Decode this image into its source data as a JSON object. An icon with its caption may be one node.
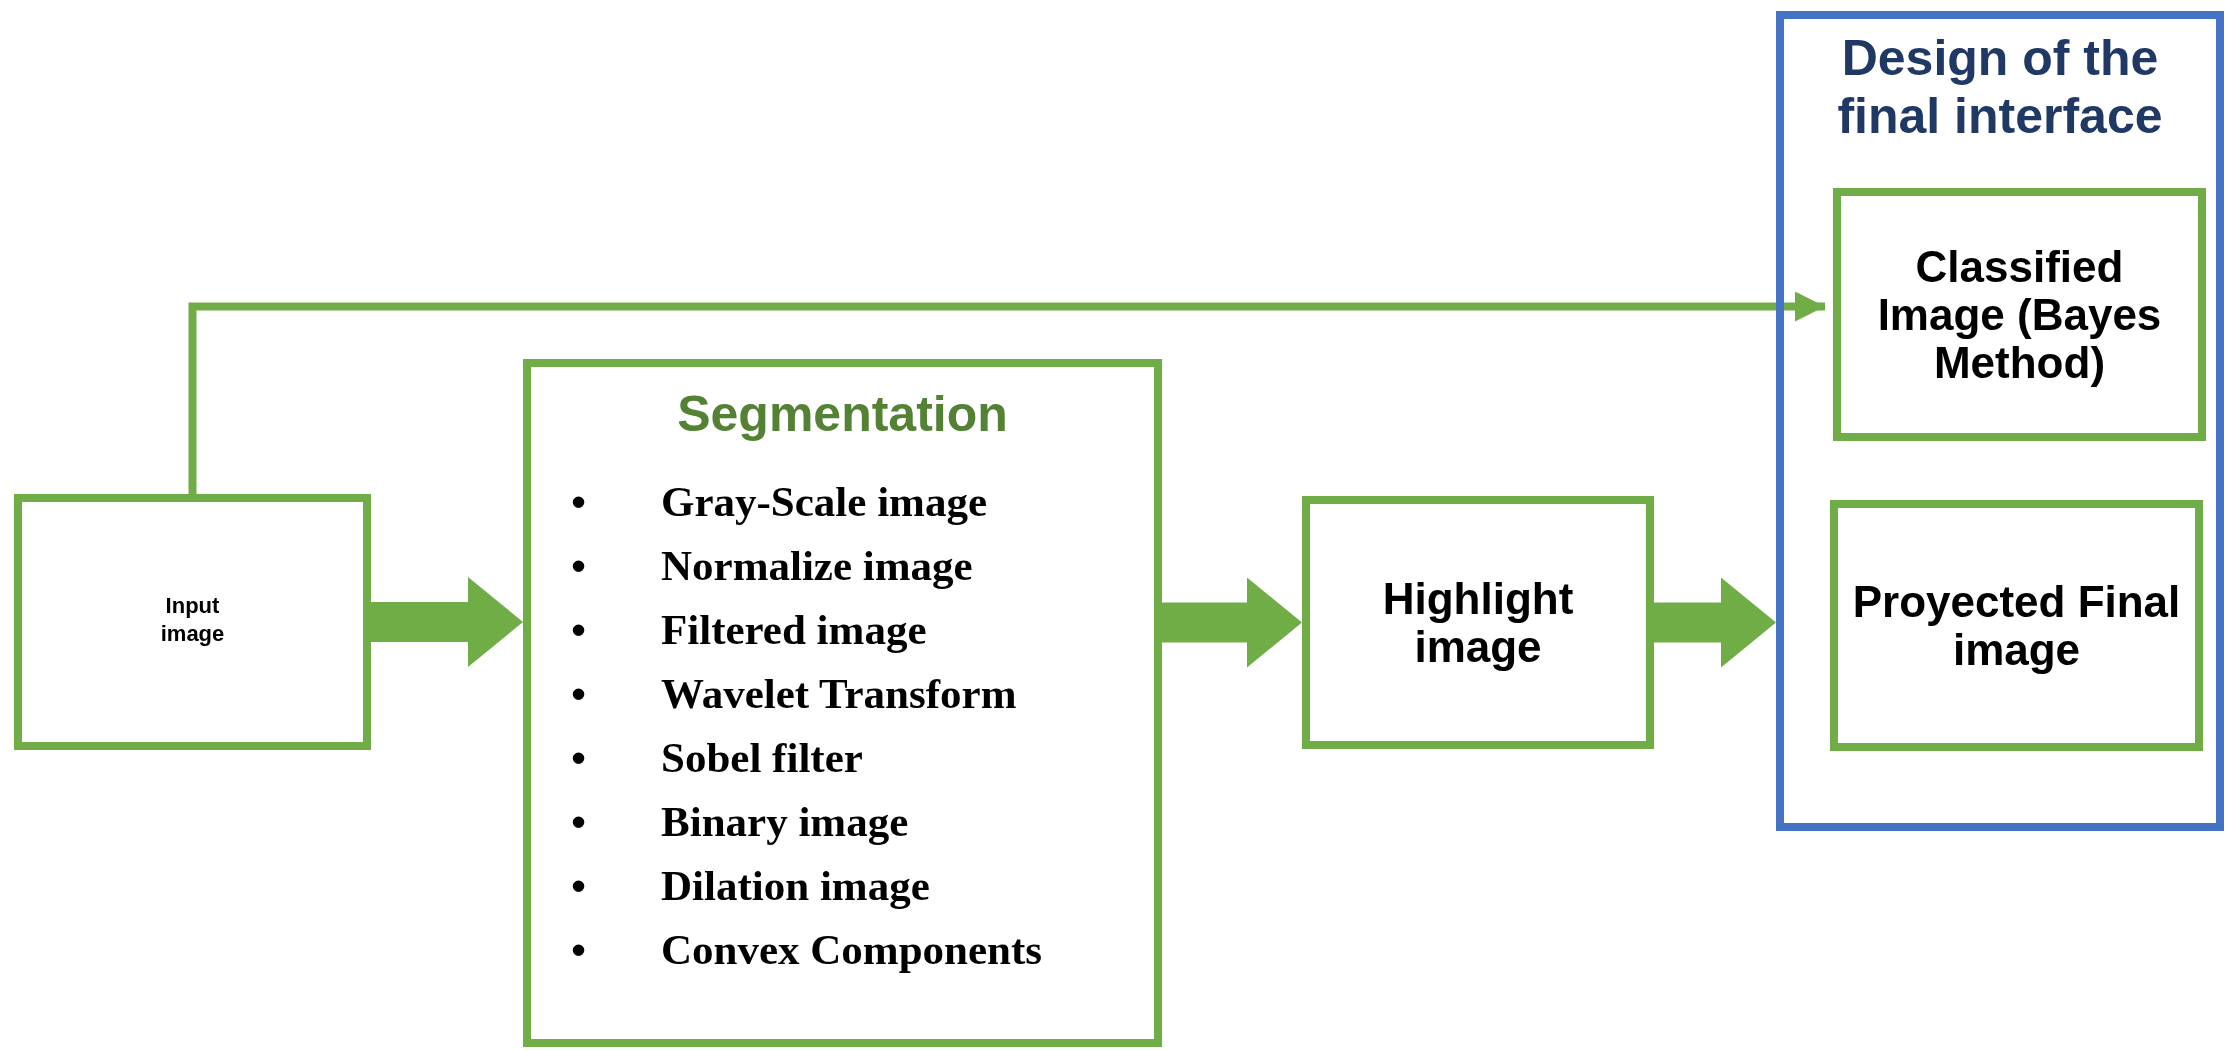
{
  "diagram": {
    "nodes": [
      {
        "text": [
          "Input image"
        ]
      },
      {
        "text": [
          "Segmentation",
          "Gray-Scale image",
          "Normalize image",
          "Filtered image",
          "Wavelet Transform",
          "Sobel filter",
          "Binary image",
          "Dilation image",
          "Convex Components"
        ]
      },
      {
        "text": [
          "Highlight image"
        ]
      },
      {
        "text": [
          "Design of the final interface"
        ]
      },
      {
        "text": [
          "Classified Image (Bayes Method)"
        ],
        "in": 3
      },
      {
        "text": [
          "Proyected Final image"
        ],
        "in": 3
      }
    ],
    "edges": [
      {
        "from": 0,
        "to": 4,
        "arrow": "to"
      },
      {
        "from": 0,
        "to": 1,
        "arrow": "to"
      },
      {
        "from": 1,
        "to": 2,
        "arrow": "to"
      },
      {
        "from": 2,
        "to": 3,
        "arrow": "to"
      }
    ],
    "labels": [
      "•",
      "•",
      "•",
      "•",
      "•",
      "•",
      "•",
      "•"
    ]
  }
}
